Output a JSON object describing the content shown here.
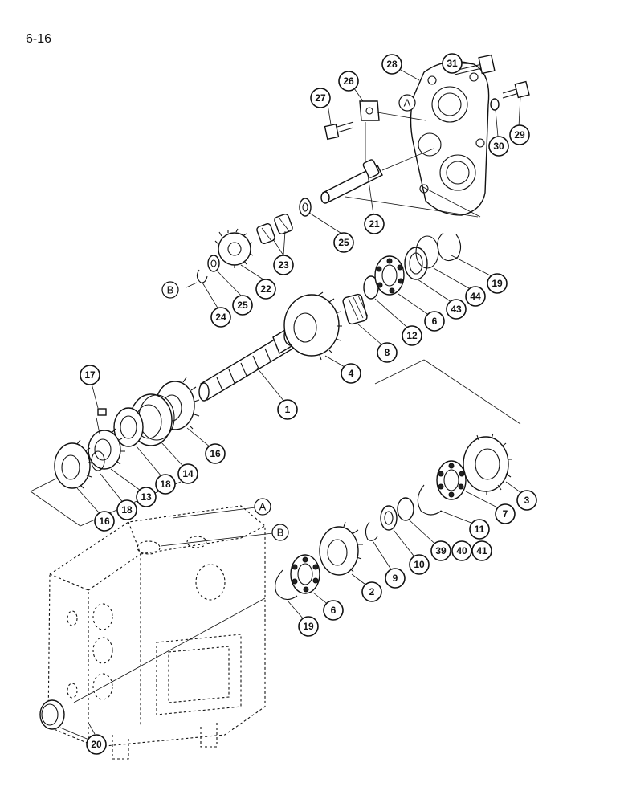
{
  "page_number": "6-16",
  "reference_letters": {
    "a": "A",
    "b": "B"
  },
  "callouts": {
    "c1": "1",
    "c2": "2",
    "c3": "3",
    "c4": "4",
    "c6a": "6",
    "c6b": "6",
    "c7": "7",
    "c8": "8",
    "c9": "9",
    "c10": "10",
    "c11": "11",
    "c12": "12",
    "c13": "13",
    "c14": "14",
    "c16a": "16",
    "c16b": "16",
    "c17": "17",
    "c18a": "18",
    "c18b": "18",
    "c19a": "19",
    "c19b": "19",
    "c20": "20",
    "c21": "21",
    "c22": "22",
    "c23": "23",
    "c24": "24",
    "c25a": "25",
    "c25b": "25",
    "c26": "26",
    "c27": "27",
    "c28": "28",
    "c29": "29",
    "c30": "30",
    "c31": "31",
    "c43": "43",
    "c44": "44",
    "c39": "39",
    "c40": "40",
    "c41": "41"
  }
}
